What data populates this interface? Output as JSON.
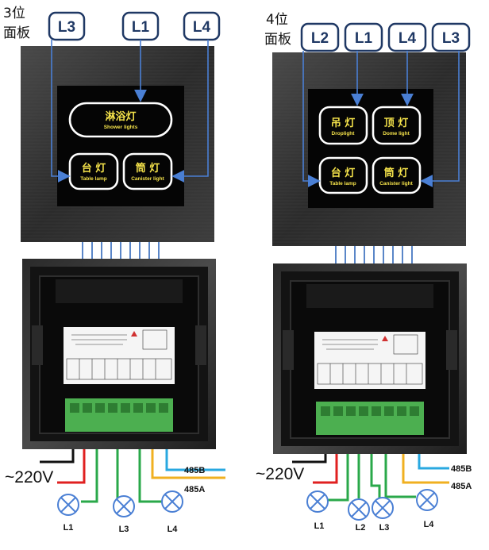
{
  "panels": [
    {
      "position_label_1": "3位",
      "position_label_2": "面板",
      "callouts": [
        "L3",
        "L1",
        "L4"
      ],
      "buttons": [
        {
          "cn": "淋浴灯",
          "en": "Shower lights"
        },
        {
          "cn": "台 灯",
          "en": "Table lamp"
        },
        {
          "cn": "筒 灯",
          "en": "Canister light"
        }
      ],
      "wiring": {
        "voltage": "~220V",
        "bus_b": "485B",
        "bus_a": "485A"
      },
      "lamps": [
        "L1",
        "L3",
        "L4"
      ]
    },
    {
      "position_label_1": "4位",
      "position_label_2": "面板",
      "callouts": [
        "L2",
        "L1",
        "L4",
        "L3"
      ],
      "buttons": [
        {
          "cn": "吊 灯",
          "en": "Droplight"
        },
        {
          "cn": "顶 灯",
          "en": "Dome light"
        },
        {
          "cn": "台 灯",
          "en": "Table lamp"
        },
        {
          "cn": "筒 灯",
          "en": "Canister light"
        }
      ],
      "wiring": {
        "voltage": "~220V",
        "bus_b": "485B",
        "bus_a": "485A"
      },
      "lamps": [
        "L1",
        "L2",
        "L3",
        "L4"
      ]
    }
  ],
  "colors": {
    "callout_border": "#1f3864",
    "arrow": "#4a7fd4",
    "button_text": "#f4e24a",
    "wire_live": "#e02020",
    "wire_neutral": "#111111",
    "wire_lamp": "#2aa84a",
    "wire_485b": "#29a8e0",
    "wire_485a": "#f0b020",
    "terminal_block": "#4caf50"
  }
}
